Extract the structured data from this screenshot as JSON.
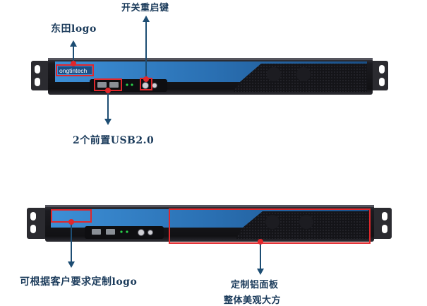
{
  "unit_top": {
    "logo_text": "ongtintech",
    "port_labels": [
      "USB",
      "USB",
      "",
      "",
      "",
      "",
      ""
    ]
  },
  "annotations": {
    "restart_key": "开关重启键",
    "logo": "东田logo",
    "front_usb": "2个前置USB2.0",
    "custom_logo": "可根据客户要求定制logo",
    "panel_line1": "定制铝面板",
    "panel_line2": "整体美观大方"
  },
  "colors": {
    "accent_red": "#e0272b",
    "arrow": "#1d4d73",
    "panel_blue": "#2f7bbd",
    "chassis_dark": "#1e1e22",
    "rack_ear": "#2b2b30"
  }
}
